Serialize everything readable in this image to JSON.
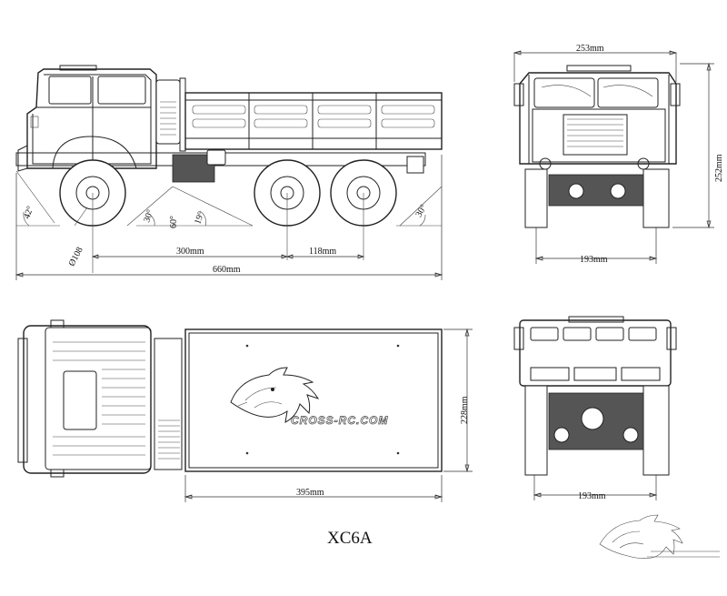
{
  "drawing": {
    "title": "XC6A",
    "brand_text": "CROSS-RC.COM"
  },
  "dimensions": {
    "top_width": "253mm",
    "height": "252mm",
    "front_track": "193mm",
    "rear_track": "193mm",
    "total_length": "660mm",
    "wheelbase_front": "300mm",
    "wheelbase_rear": "118mm",
    "tire_diameter": "Ø108",
    "bed_length": "395mm",
    "bed_width": "228mm"
  },
  "angles": {
    "approach": "42°",
    "front_breakover": "30°",
    "mid_breakover": "60°",
    "rear_breakover": "19°",
    "departure": "30°"
  },
  "colors": {
    "line": "#222222",
    "background": "#ffffff"
  }
}
